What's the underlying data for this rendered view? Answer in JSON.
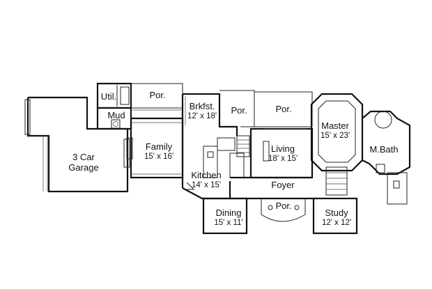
{
  "rooms": {
    "garage": {
      "name": "3 Car",
      "name2": "Garage"
    },
    "util": {
      "name": "Util."
    },
    "mud": {
      "name": "Mud"
    },
    "porch_left": {
      "name": "Por."
    },
    "family": {
      "name": "Family",
      "dim": "15' x 16'"
    },
    "brkfst": {
      "name": "Brkfst.",
      "dim": "12' x 18'"
    },
    "porch_mid": {
      "name": "Por."
    },
    "porch_right": {
      "name": "Por."
    },
    "kitchen": {
      "name": "Kitchen",
      "dim": "14' x 15'"
    },
    "living": {
      "name": "Living",
      "dim": "18' x 15'"
    },
    "master": {
      "name": "Master",
      "dim": "15' x 23'"
    },
    "mbath": {
      "name": "M.Bath"
    },
    "foyer": {
      "name": "Foyer"
    },
    "porch_front": {
      "name": "Por."
    },
    "dining": {
      "name": "Dining",
      "dim": "15' x 11'"
    },
    "study": {
      "name": "Study",
      "dim": "12' x 12'"
    }
  }
}
